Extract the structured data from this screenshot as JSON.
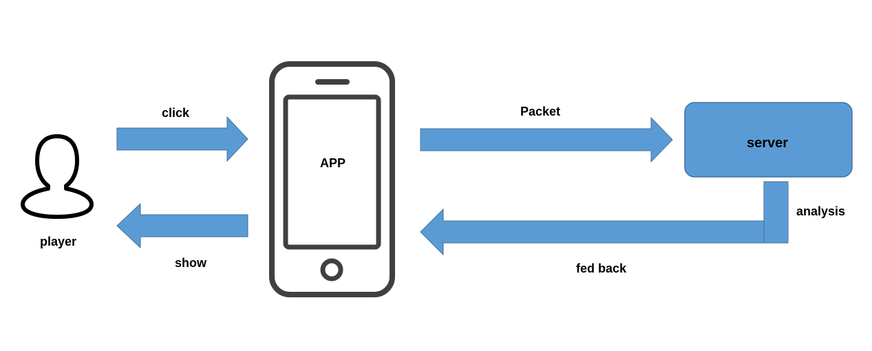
{
  "colors": {
    "arrow_fill": "#5b9bd5",
    "arrow_stroke": "#41719c",
    "device_stroke": "#404040",
    "text": "#000000"
  },
  "nodes": {
    "player": {
      "label": "player",
      "icon": "user-icon"
    },
    "app": {
      "label": "APP",
      "icon": "smartphone-icon"
    },
    "server": {
      "label": "server"
    }
  },
  "edges": {
    "click": {
      "label": "click",
      "from": "player",
      "to": "app"
    },
    "show": {
      "label": "show",
      "from": "app",
      "to": "player"
    },
    "packet": {
      "label": "Packet",
      "from": "app",
      "to": "server"
    },
    "analysis": {
      "label": "analysis",
      "from": "server",
      "to": "server"
    },
    "fed_back": {
      "label": "fed back",
      "from": "server",
      "to": "app"
    }
  }
}
